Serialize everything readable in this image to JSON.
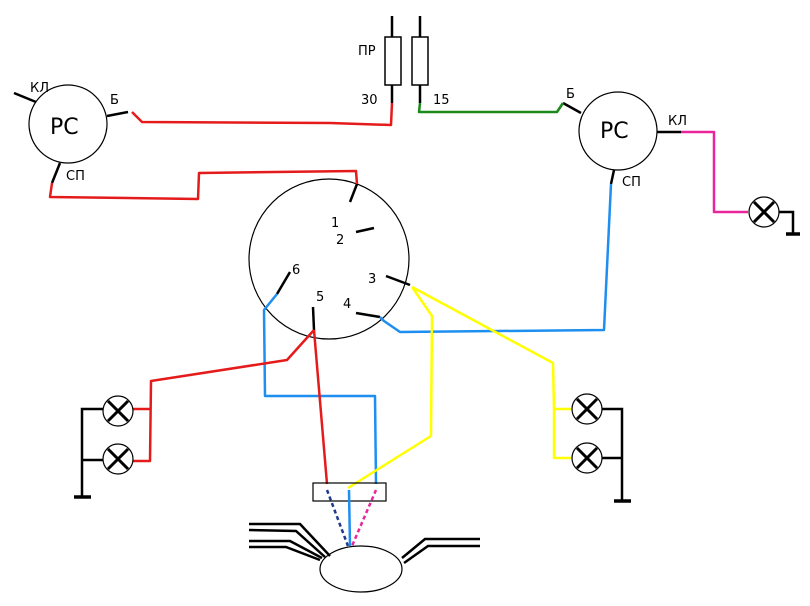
{
  "colors": {
    "red": "#e51b1b",
    "green": "#1a8a1a",
    "blue": "#1e8ef0",
    "yellow": "#ffff00",
    "magenta": "#e8259a",
    "black": "#000000"
  },
  "fuses": {
    "label": "ПР",
    "pin_left": "30",
    "pin_right": "15"
  },
  "relay_left": {
    "name": "РС",
    "pin_kl": "КЛ",
    "pin_b": "Б",
    "pin_sp": "СП"
  },
  "relay_right": {
    "name": "РС",
    "pin_kl": "КЛ",
    "pin_b": "Б",
    "pin_sp": "СП"
  },
  "switch": {
    "pins": [
      "1",
      "2",
      "3",
      "4",
      "5",
      "6"
    ]
  },
  "icons": {
    "lamp": "lamp-icon",
    "ground": "ground-icon"
  }
}
